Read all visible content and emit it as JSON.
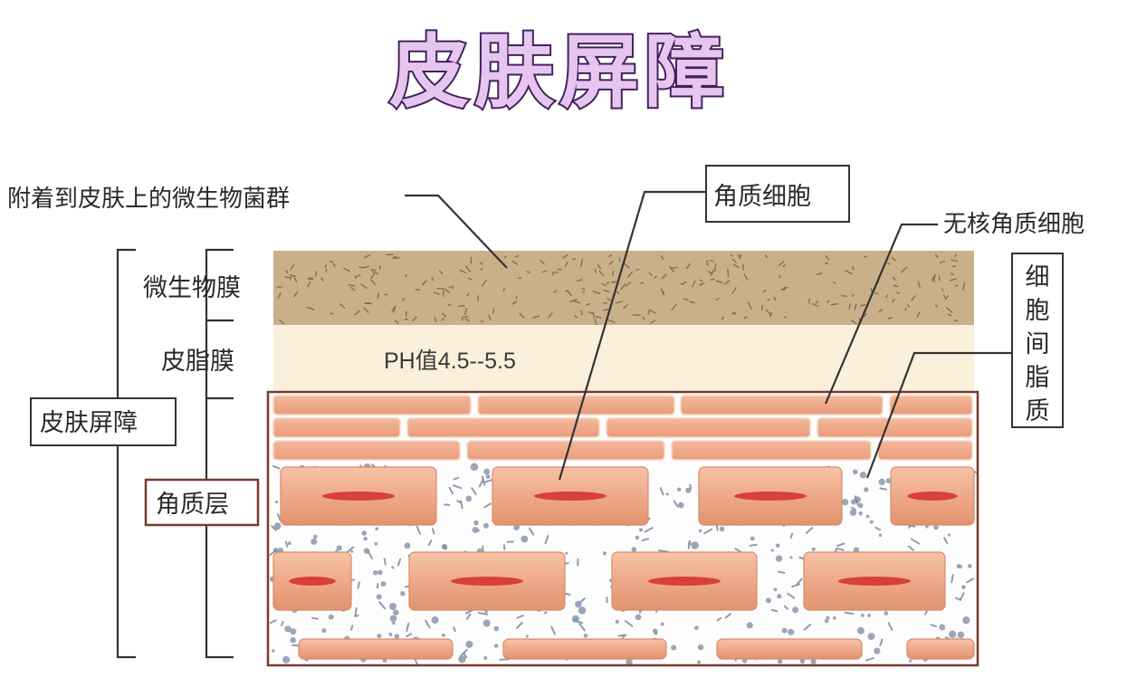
{
  "title": "皮肤屏障",
  "labels": {
    "microbiota": "附着到皮肤上的微生物菌群",
    "corneocyte": "角质细胞",
    "anucleate_corneocyte": "无核角质细胞",
    "intercellular_lipid": "细胞间脂质",
    "microbial_film": "微生物膜",
    "sebum_film": "皮脂膜",
    "skin_barrier": "皮肤屏障",
    "stratum_corneum": "角质层",
    "ph": "PH值4.5--5.5"
  },
  "colors": {
    "title_fill": "#e6c6ee",
    "title_stroke": "#43215e",
    "microbial_layer": "#c9b08a",
    "sebum_layer": "#fbf0dc",
    "flat_cell": "#eeab8a",
    "cell": "#eea98a",
    "nucleus": "#d7413a",
    "lipid_dots": "#8a97ad",
    "frame": "#7a3a30"
  }
}
